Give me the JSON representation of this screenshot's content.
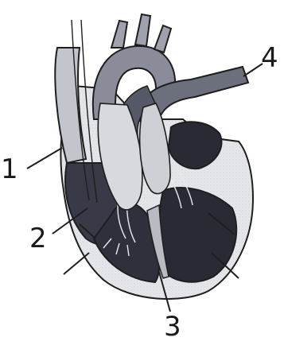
{
  "labels": {
    "l1": "1",
    "l2": "2",
    "l3": "3",
    "l4": "4"
  },
  "colors": {
    "background": "#ffffff",
    "outline": "#1e1e1e",
    "chamber_dark": "#2a2a35",
    "vessel_mid": "#7c7f8c",
    "vessel_light": "#b4b6bf",
    "wall_light": "#dedfe4"
  }
}
